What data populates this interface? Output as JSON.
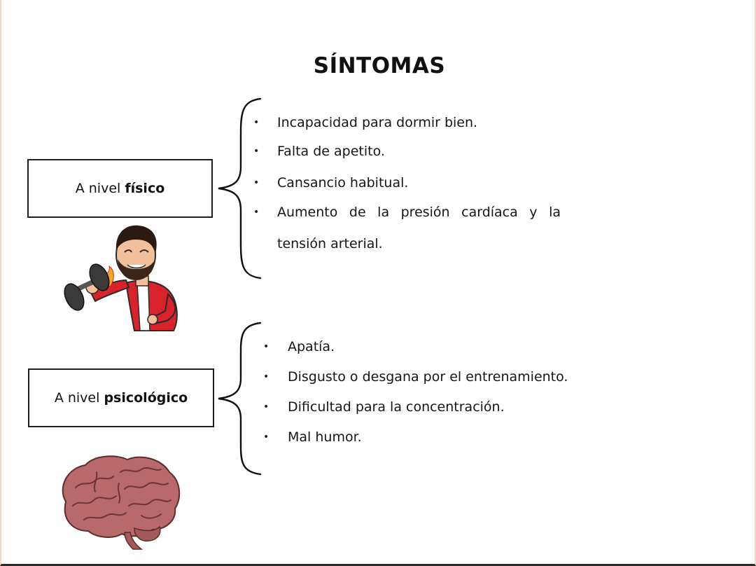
{
  "title": "SÍNTOMAS",
  "physical": {
    "label_prefix": "A nivel ",
    "label_bold": "físico",
    "items": [
      "Incapacidad para dormir bien.",
      "Falta de apetito.",
      "Cansancio habitual.",
      "Aumento de la presión cardíaca y la",
      "tensión arterial."
    ],
    "bullet": "•"
  },
  "psychological": {
    "label_prefix": "A nivel ",
    "label_bold": "psicológico",
    "items": [
      "Apatía.",
      "Disgusto o desgana por el entrenamiento.",
      "Dificultad para la concentración.",
      "Mal humor."
    ],
    "bullet": "•"
  },
  "colors": {
    "text": "#151515",
    "jacket": "#d8232a",
    "brain": "#b86a6a",
    "dumbbell": "#3a3a3a"
  },
  "icons": [
    "weightlifter-avatar-icon",
    "brain-icon",
    "curly-brace-icon"
  ]
}
